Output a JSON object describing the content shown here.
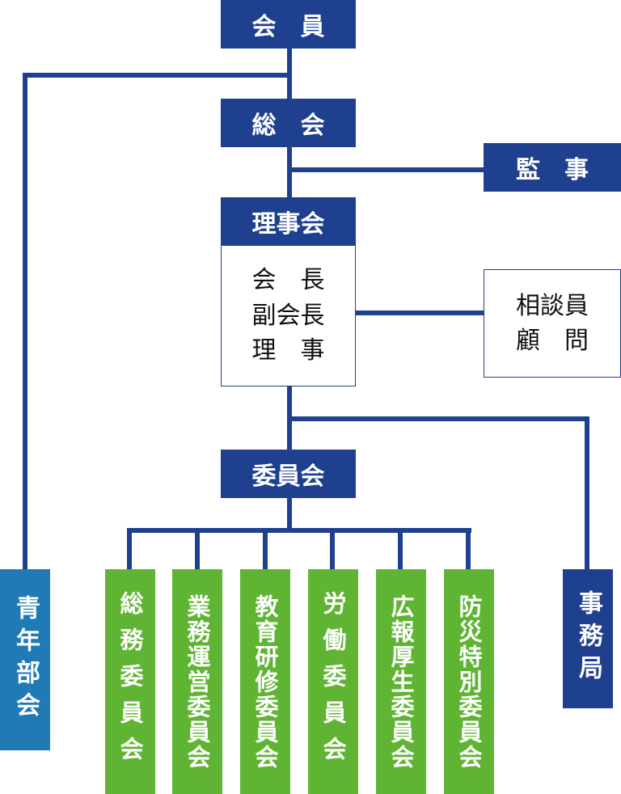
{
  "boxes": {
    "member": "会　員",
    "general_meeting": "総　会",
    "auditor": "監　事",
    "board": "理事会",
    "board_members": [
      "会　長",
      "副会長",
      "理　事"
    ],
    "advisors": [
      "相談員",
      "顧　問"
    ],
    "committee": "委員会",
    "youth": "青年部会",
    "secretariat": "事務局"
  },
  "committees": [
    "総務委員会",
    "業務運営委員会",
    "教育研修委員会",
    "労働委員会",
    "広報厚生委員会",
    "防災特別委員会"
  ],
  "colors": {
    "navy": "#1f3f8f",
    "green": "#5fb533",
    "teal": "#1f7ab6"
  }
}
